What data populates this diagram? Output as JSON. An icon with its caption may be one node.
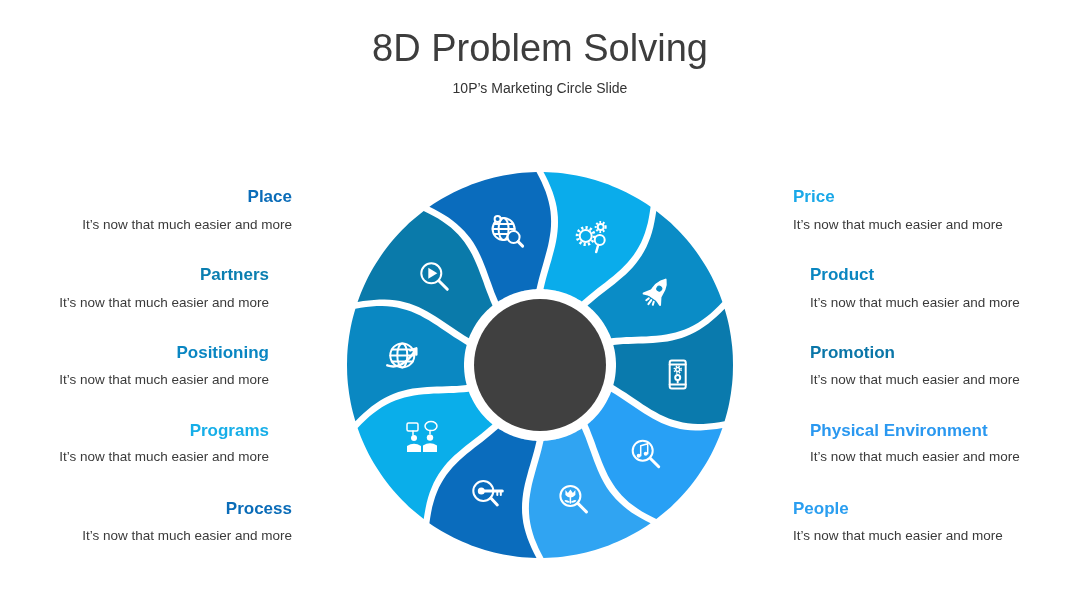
{
  "diagram": {
    "title": "8D Problem Solving",
    "nodes": [
      {
        "text": [],
        "shape": "segment"
      },
      {
        "text": [],
        "shape": "segment"
      },
      {
        "text": [],
        "shape": "segment"
      },
      {
        "text": [],
        "shape": "segment"
      },
      {
        "text": [],
        "shape": "segment"
      },
      {
        "text": [],
        "shape": "segment"
      },
      {
        "text": [],
        "shape": "segment"
      },
      {
        "text": [],
        "shape": "segment"
      },
      {
        "text": [],
        "shape": "segment"
      },
      {
        "text": [],
        "shape": "segment"
      },
      {
        "text": [],
        "shape": "circle"
      }
    ],
    "labels": [
      "10P’s Marketing Circle Slide",
      "Place",
      "It’s now that much easier and more",
      "Partners",
      "It’s now that much easier and more",
      "Positioning",
      "It’s now that much easier and more",
      "Programs",
      "It’s now that much easier and more",
      "Process",
      "It’s now that much easier and more",
      "Price",
      "It’s now that much easier and more",
      "Product",
      "It’s now that much easier and more",
      "Promotion",
      "It’s now that much easier and more",
      "Physical Environment",
      "It’s now that much easier and more",
      "People",
      "It’s now that much easier and more"
    ]
  }
}
